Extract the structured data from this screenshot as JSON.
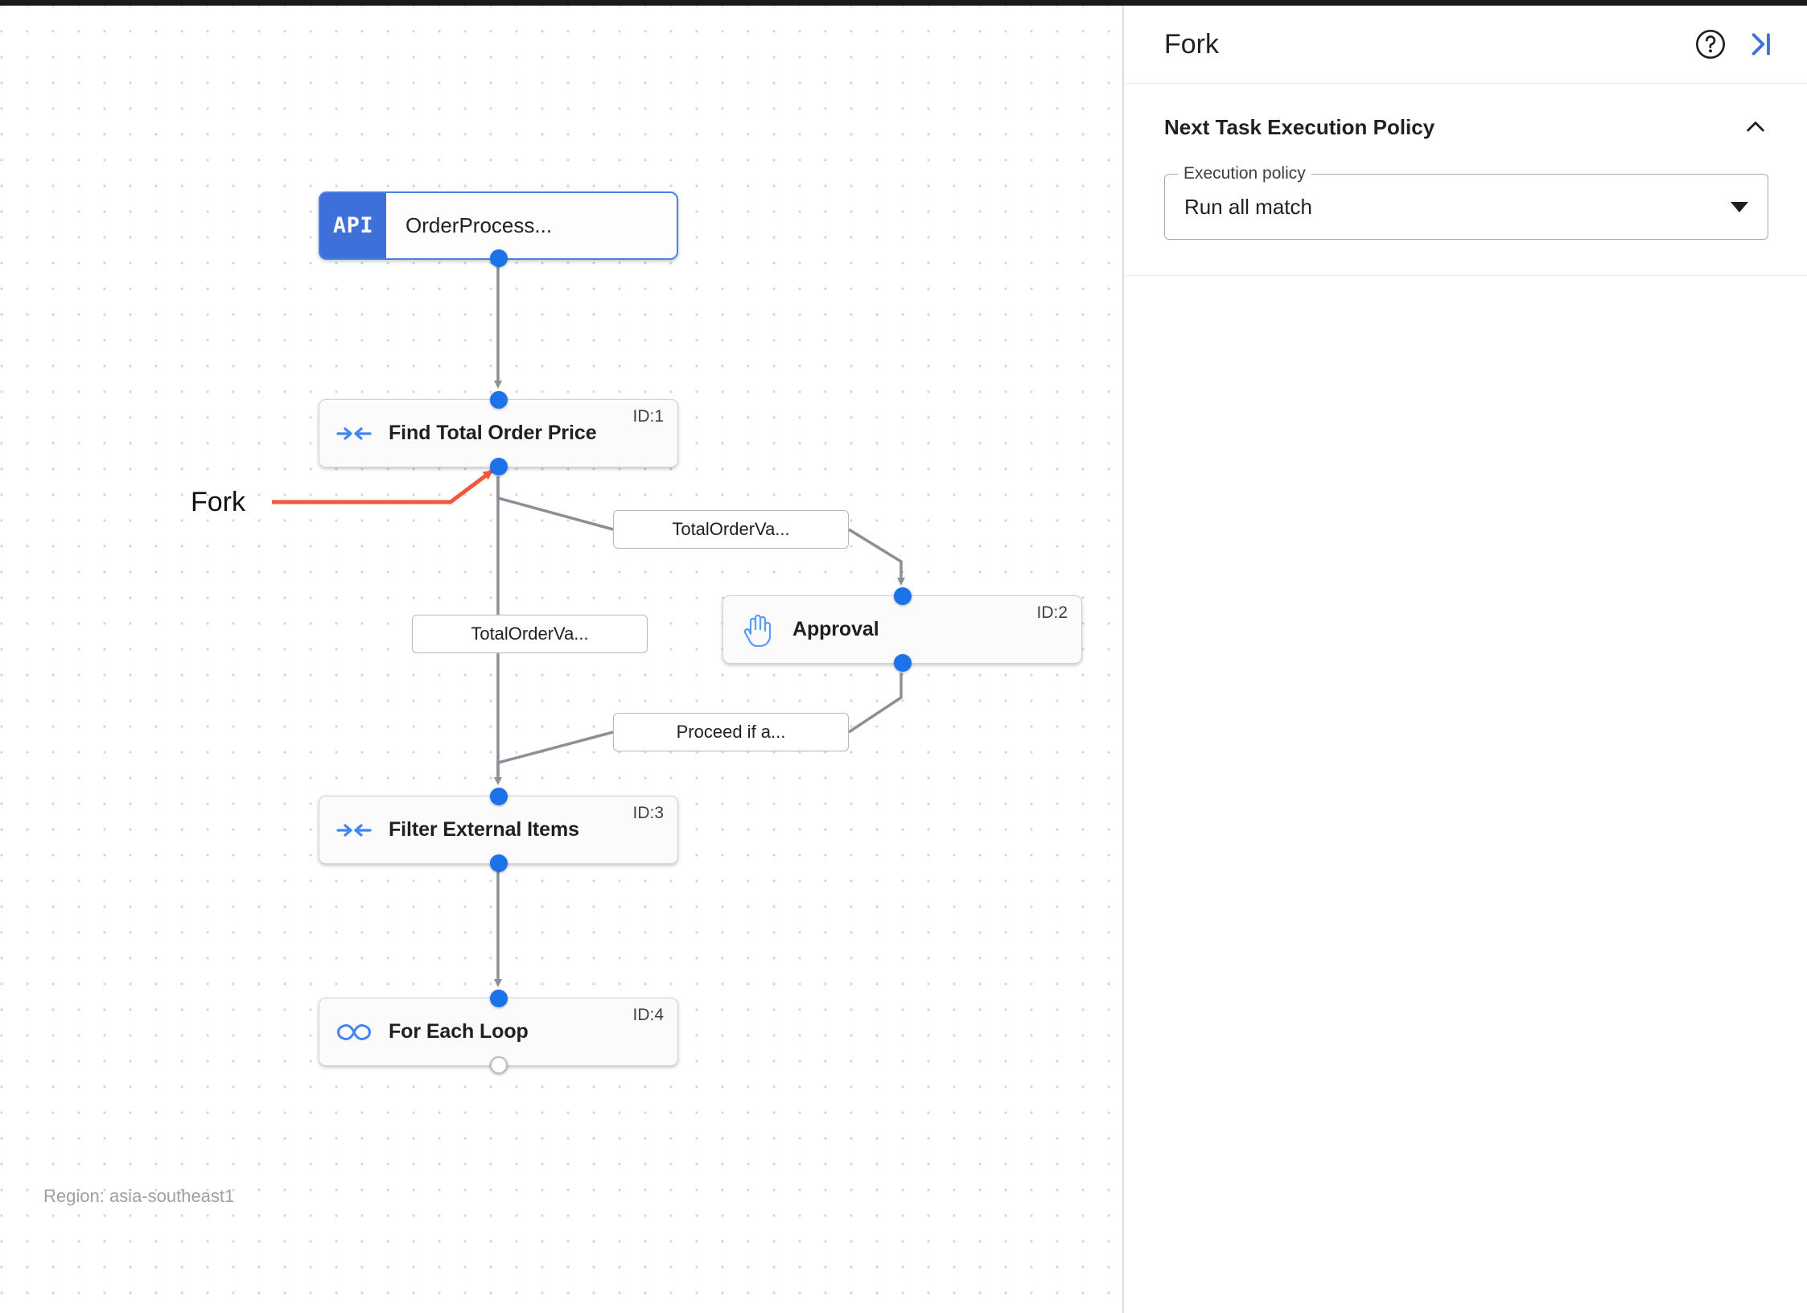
{
  "canvas": {
    "region_label": "Region: asia-southeast1",
    "annotation": {
      "label": "Fork",
      "color": "#f4553d"
    },
    "nodes": [
      {
        "id": "trigger",
        "badge": "API",
        "title": "OrderProcess...",
        "icon": "api-badge-icon",
        "node_id": ""
      },
      {
        "id": "1",
        "title": "Find Total Order Price",
        "icon": "merge-arrows-icon",
        "node_id": "ID:1"
      },
      {
        "id": "2",
        "title": "Approval",
        "icon": "hand-icon",
        "node_id": "ID:2"
      },
      {
        "id": "3",
        "title": "Filter External Items",
        "icon": "merge-arrows-icon",
        "node_id": "ID:3"
      },
      {
        "id": "4",
        "title": "For Each Loop",
        "icon": "infinity-icon",
        "node_id": "ID:4"
      }
    ],
    "edge_labels": [
      {
        "id": "e1",
        "text": "TotalOrderVa..."
      },
      {
        "id": "e2",
        "text": "TotalOrderVa..."
      },
      {
        "id": "e3",
        "text": "Proceed if a..."
      }
    ]
  },
  "panel": {
    "title": "Fork",
    "help_icon": "help-circle-icon",
    "collapse_icon": "collapse-panel-icon",
    "sections": [
      {
        "title": "Next Task Execution Policy",
        "chevron": "chevron-up-icon",
        "field": {
          "legend": "Execution policy",
          "value": "Run all match",
          "options": [
            "Run all match"
          ]
        }
      }
    ]
  },
  "colors": {
    "accent": "#1a73e8",
    "api_badge": "#3f6fd8",
    "annotation": "#f4553d"
  }
}
